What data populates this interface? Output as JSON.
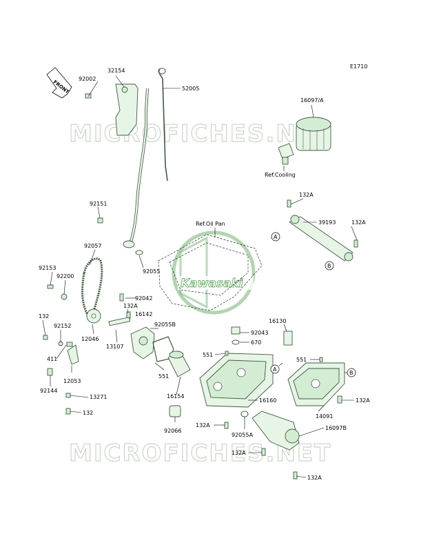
{
  "diagram_code": "E1710",
  "front_label": "FRONT",
  "watermark": "MICROFICHES.NET",
  "logo_text": "Kawasaki",
  "colors": {
    "part_fill": "#e6f5e6",
    "part_stroke": "#3e5a3e",
    "watermark": "#c9d6c9",
    "logo": "#6fb56f"
  },
  "ref_labels": {
    "oil_pan": "Ref.Oil Pan",
    "cooling": "Ref.Cooling"
  },
  "callouts": {
    "a": "A",
    "b": "B"
  },
  "parts": {
    "p92002": "92002",
    "p32154": "32154",
    "p52005": "52005",
    "p16097A": "16097/A",
    "p132A_1": "132A",
    "p39193": "39193",
    "p132A_2": "132A",
    "p92151": "92151",
    "p92057": "92057",
    "p92055": "92055",
    "p92153": "92153",
    "p92200": "92200",
    "p92042": "92042",
    "p132A_3": "132A",
    "p16142": "16142",
    "p92055B": "92055B",
    "p132_1": "132",
    "p92152": "92152",
    "p12046": "12046",
    "p13107": "13107",
    "p16130": "16130",
    "p92043": "92043",
    "p670": "670",
    "p411": "411",
    "p551_1": "551",
    "p551_2": "551",
    "p551_3": "551",
    "p12053": "12053",
    "p92144": "92144",
    "p13271": "13271",
    "p132_2": "132",
    "p16154": "16154",
    "p16160": "16160",
    "p14091": "14091",
    "p132A_4": "132A",
    "p132A_5": "132A",
    "p92066": "92066",
    "p92055A": "92055A",
    "p16097B": "16097B",
    "p132A_6": "132A",
    "p132A_7": "132A"
  }
}
